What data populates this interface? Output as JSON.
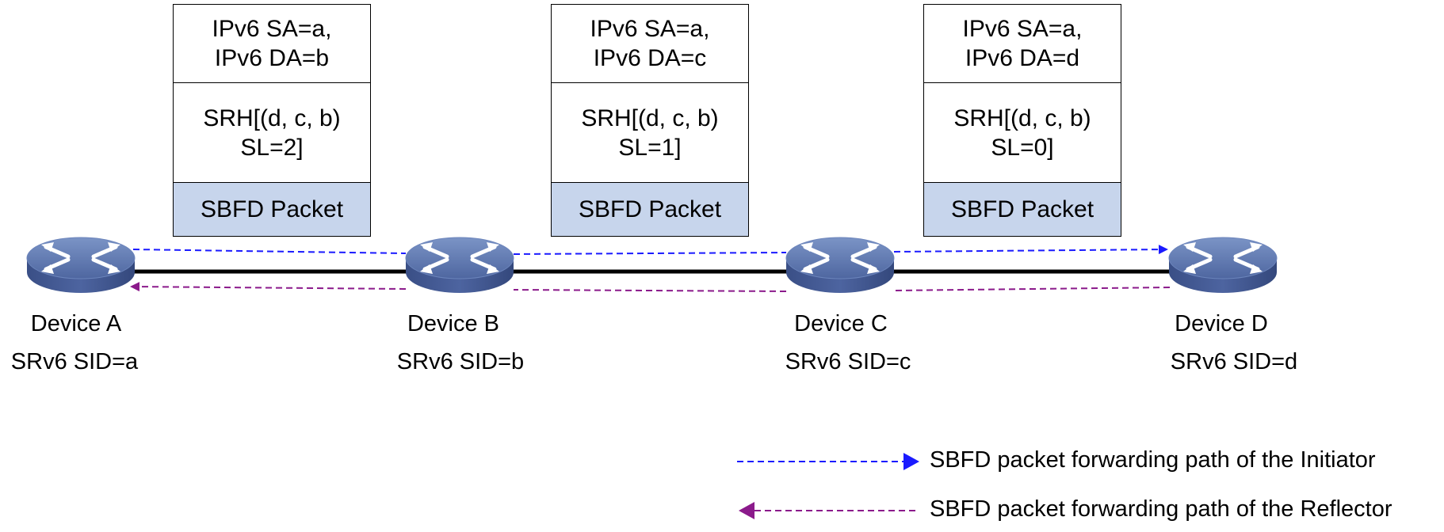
{
  "packets": [
    {
      "header_line1": "IPv6 SA=a,",
      "header_line2": "IPv6 DA=b",
      "srh_line1": "SRH[(d, c, b)",
      "srh_line2": "SL=2]",
      "payload": "SBFD Packet"
    },
    {
      "header_line1": "IPv6 SA=a,",
      "header_line2": "IPv6 DA=c",
      "srh_line1": "SRH[(d, c, b)",
      "srh_line2": "SL=1]",
      "payload": "SBFD Packet"
    },
    {
      "header_line1": "IPv6 SA=a,",
      "header_line2": "IPv6 DA=d",
      "srh_line1": "SRH[(d, c, b)",
      "srh_line2": "SL=0]",
      "payload": "SBFD Packet"
    }
  ],
  "devices": [
    {
      "name": "Device A",
      "sid": "SRv6 SID=a",
      "icon": "router-icon"
    },
    {
      "name": "Device B",
      "sid": "SRv6 SID=b",
      "icon": "router-icon"
    },
    {
      "name": "Device C",
      "sid": "SRv6 SID=c",
      "icon": "router-icon"
    },
    {
      "name": "Device D",
      "sid": "SRv6 SID=d",
      "icon": "router-icon"
    }
  ],
  "legend": {
    "initiator": "SBFD packet forwarding path of the Initiator",
    "reflector": "SBFD packet forwarding path of the Reflector"
  },
  "colors": {
    "initiator_path": "#1a1aff",
    "reflector_path": "#8b1a8b",
    "link": "#000000",
    "router_top": "#5b75ad",
    "router_side": "#3d5490",
    "payload_fill": "#c7d5ec"
  }
}
